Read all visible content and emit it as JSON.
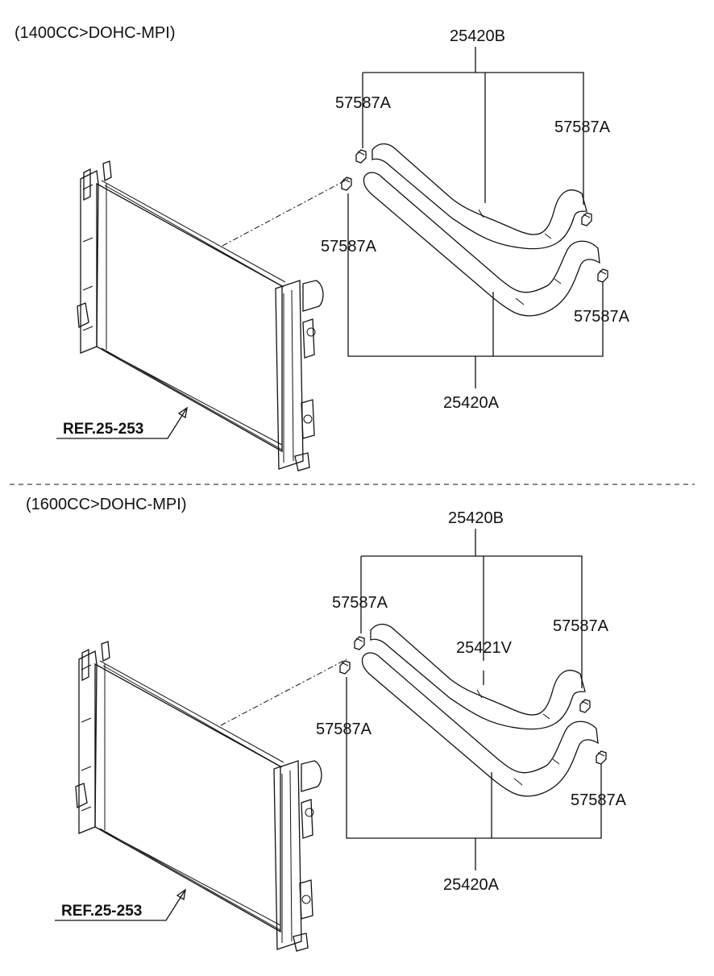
{
  "sections": [
    {
      "title": "(1400CC>DOHC-MPI)",
      "labels": {
        "hose_set_top": "25420B",
        "clamp_1": "57587A",
        "clamp_2": "57587A",
        "clamp_3": "57587A",
        "clamp_4": "57587A",
        "hose_set_bottom": "25420A",
        "ref": "REF.25-253"
      }
    },
    {
      "title": "(1600CC>DOHC-MPI)",
      "labels": {
        "hose_set_top": "25420B",
        "clamp_1": "57587A",
        "clamp_2": "57587A",
        "clamp_3": "57587A",
        "clamp_4": "57587A",
        "hose_mid": "25421V",
        "hose_set_bottom": "25420A",
        "ref": "REF.25-253"
      }
    }
  ]
}
